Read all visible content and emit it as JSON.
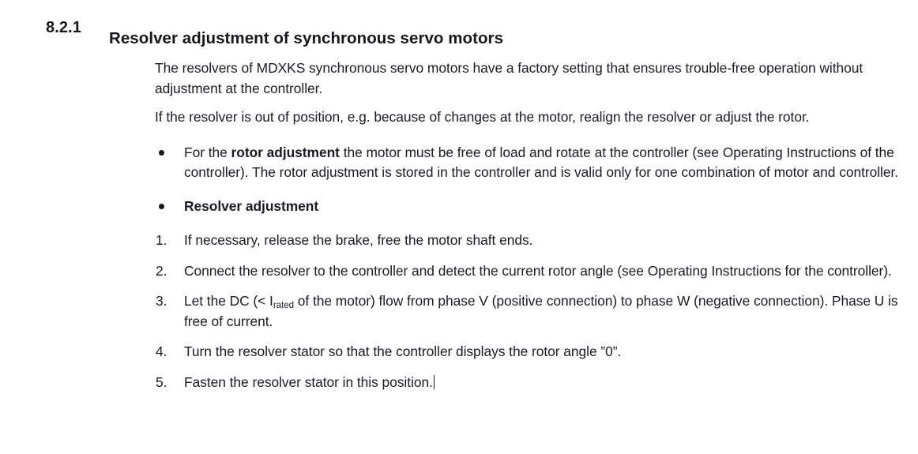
{
  "heading": {
    "number": "8.2.1",
    "title": "Resolver adjustment of synchronous servo motors"
  },
  "paragraphs": [
    "The resolvers of MDXKS synchronous servo motors have a factory setting that ensures trouble-free operation without adjustment at the controller.",
    "If the resolver is out of position, e.g. because of changes at the motor, realign the resolver or adjust the rotor."
  ],
  "bullets": [
    {
      "bold_lead": "",
      "prefix": "For the ",
      "bold": "rotor adjustment",
      "suffix": " the motor must be free of load and rotate at the controller (see Operating Instructions of the controller). The rotor adjustment is stored in the controller and is valid only for one combination of motor and controller.",
      "is_bold_item": false
    },
    {
      "bold_lead": "Resolver adjustment",
      "prefix": "",
      "bold": "",
      "suffix": "",
      "is_bold_item": true
    }
  ],
  "steps": [
    {
      "marker": "1.",
      "text": "If necessary, release the brake, free the motor shaft ends.",
      "has_subscript": false,
      "has_caret": false
    },
    {
      "marker": "2.",
      "text": "Connect the resolver to the controller and detect the current rotor angle (see Operating Instructions for the controller).",
      "has_subscript": false,
      "has_caret": false
    },
    {
      "marker": "3.",
      "text_before_sub": "Let the DC (< I",
      "subscript": "rated",
      "text_after_sub": " of the motor) flow from phase V (positive connection) to phase W (negative connection). Phase U is free of current.",
      "has_subscript": true,
      "has_caret": false
    },
    {
      "marker": "4.",
      "text": "Turn the resolver stator so that the controller displays the rotor angle ”0”.",
      "has_subscript": false,
      "has_caret": false
    },
    {
      "marker": "5.",
      "text": "Fasten the resolver stator in this position.",
      "has_subscript": false,
      "has_caret": true
    }
  ],
  "colors": {
    "text": "#1b1b24",
    "heading": "#16161d",
    "background": "#ffffff"
  }
}
